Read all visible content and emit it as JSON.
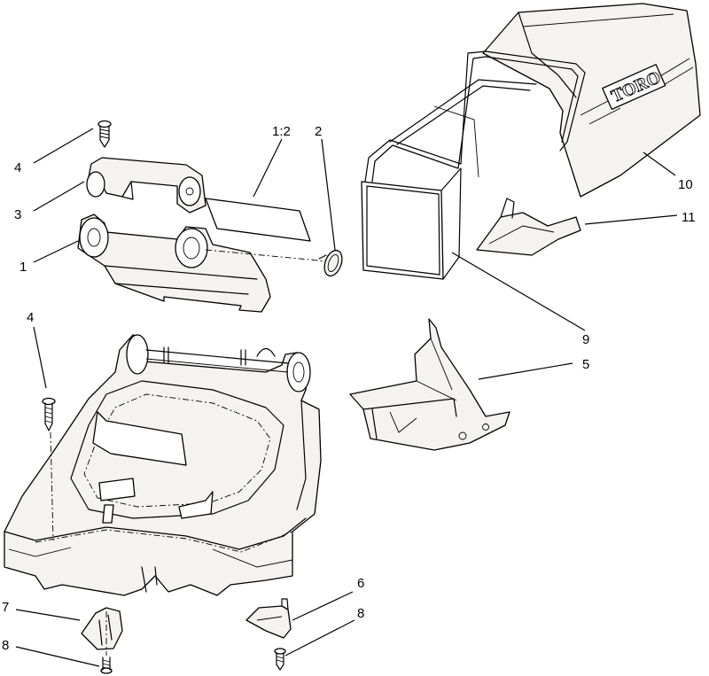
{
  "callouts": {
    "c4_top": "4",
    "c3": "3",
    "c1": "1",
    "c1_2": "1:2",
    "c2": "2",
    "c10": "10",
    "c11": "11",
    "c9": "9",
    "c5": "5",
    "c4_left": "4",
    "c6": "6",
    "c7": "7",
    "c8_left": "8",
    "c8_right": "8"
  },
  "bag_brand": "TORO"
}
